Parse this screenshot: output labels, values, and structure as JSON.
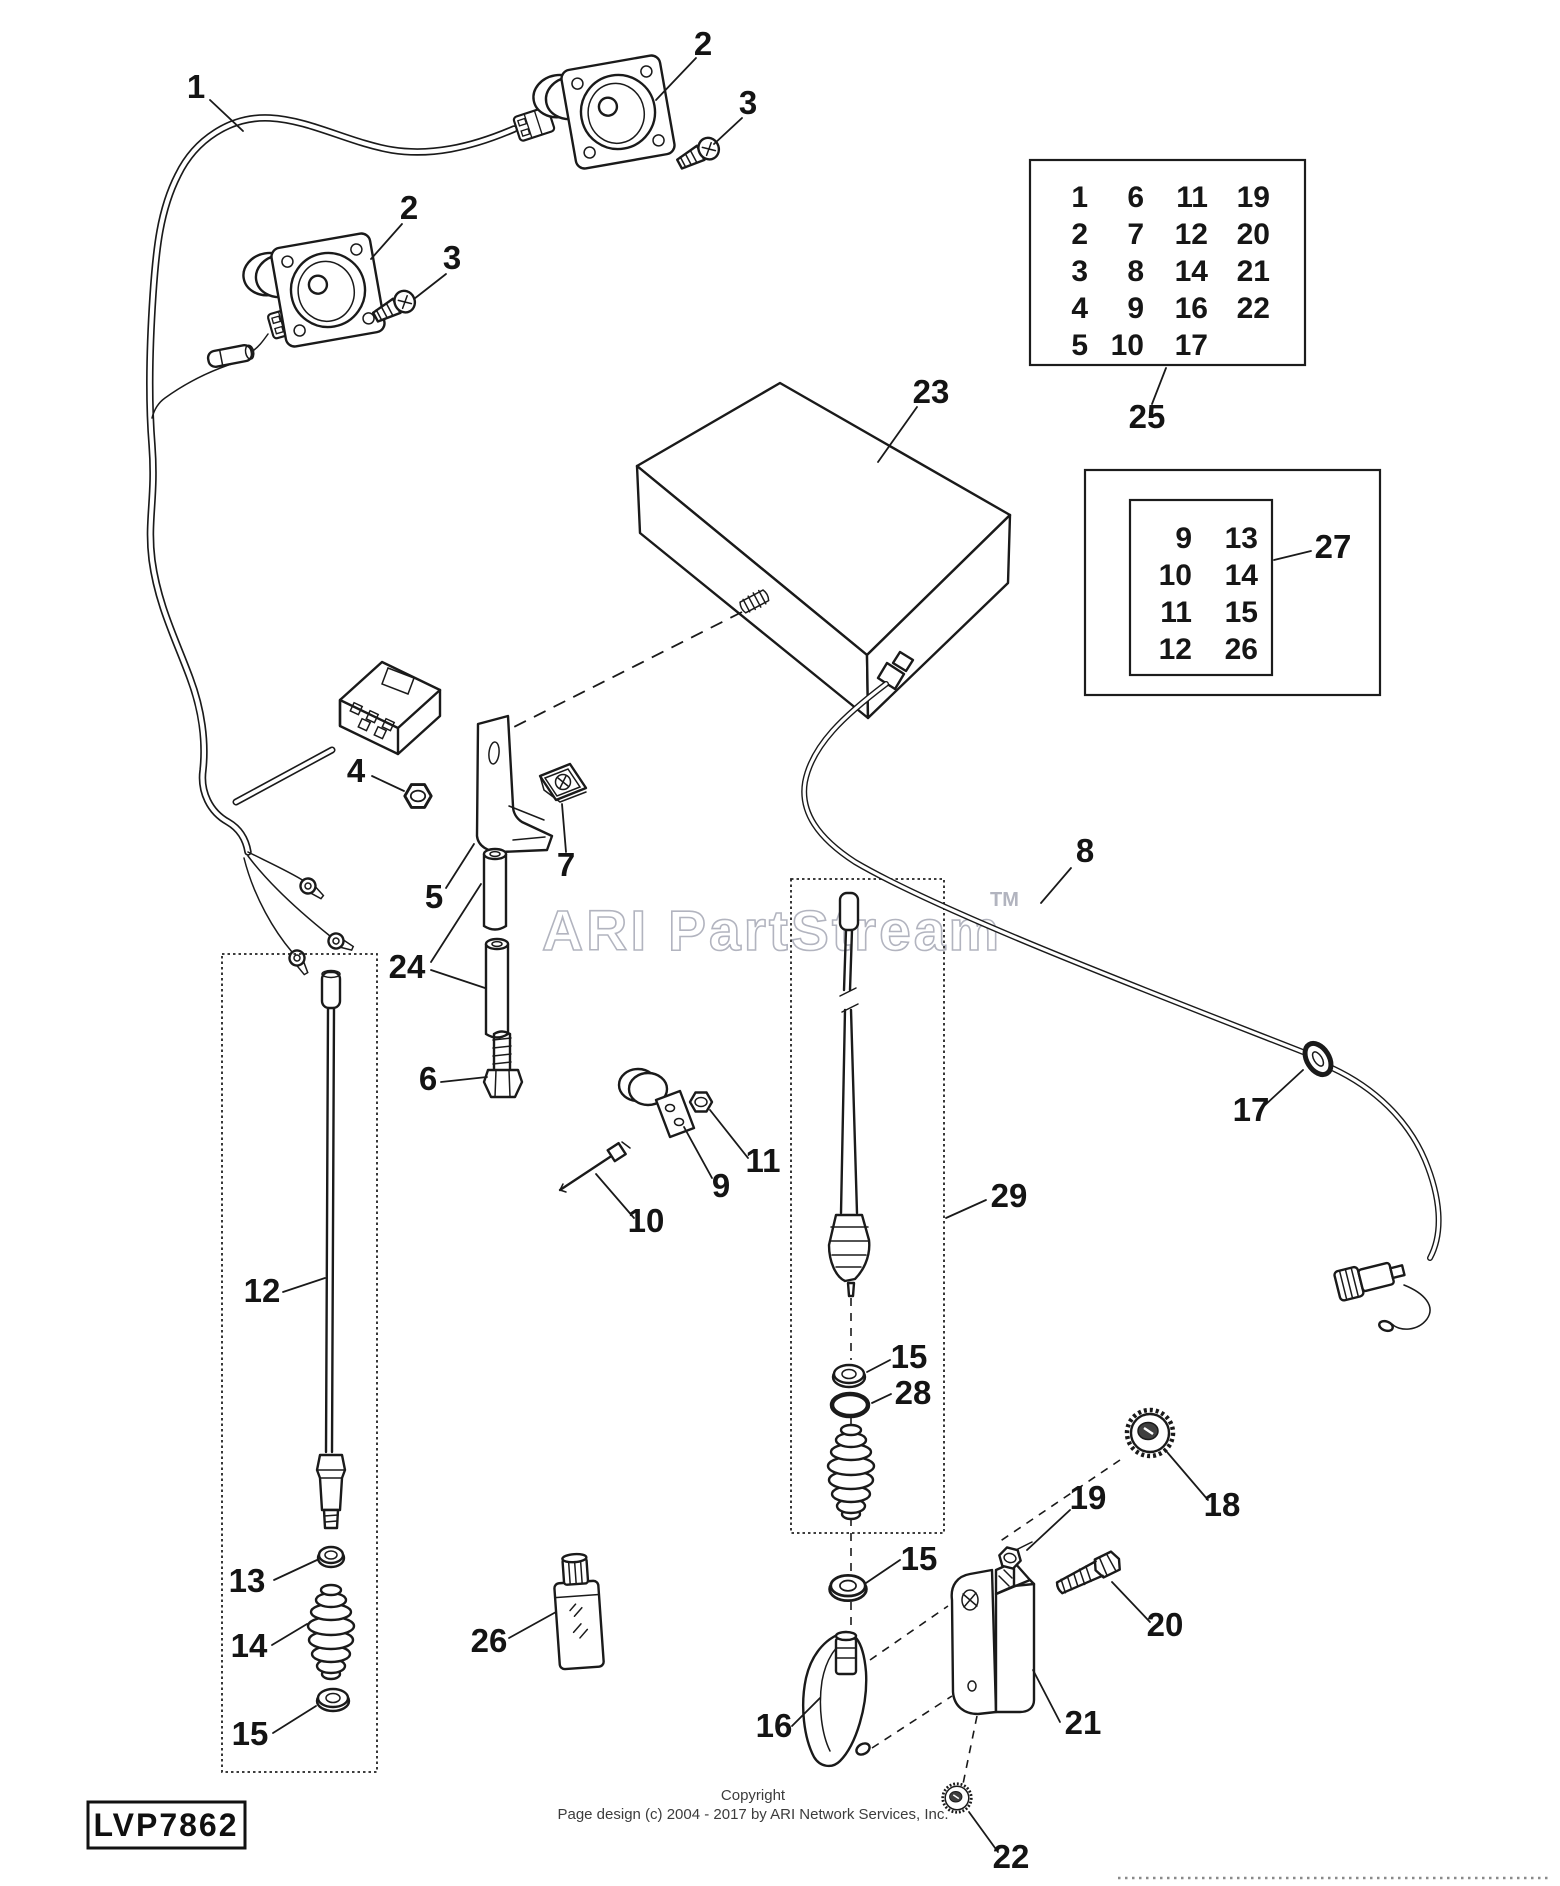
{
  "diagram": {
    "watermark": "ARI PartStream",
    "watermark_tm": "TM",
    "part_code": "LVP7862",
    "footer": {
      "line1": "Copyright",
      "line2": "Page design (c) 2004 - 2017 by ARI Network Services, Inc."
    },
    "colors": {
      "ink": "#1a1a1a",
      "watermark": "#b2b4bf"
    }
  },
  "callouts": {
    "c1": "1",
    "c2a": "2",
    "c2b": "2",
    "c3a": "3",
    "c3b": "3",
    "c4": "4",
    "c5": "5",
    "c6": "6",
    "c7": "7",
    "c8": "8",
    "c9": "9",
    "c10": "10",
    "c11": "11",
    "c12": "12",
    "c13": "13",
    "c14": "14",
    "c15a": "15",
    "c15b": "15",
    "c15c": "15",
    "c16": "16",
    "c17": "17",
    "c18": "18",
    "c19": "19",
    "c20": "20",
    "c21": "21",
    "c22": "22",
    "c23": "23",
    "c24": "24",
    "c26": "26",
    "c28": "28",
    "c29": "29"
  },
  "table25": {
    "callout": "25",
    "rows": [
      [
        "1",
        "6",
        "11",
        "19"
      ],
      [
        "2",
        "7",
        "12",
        "20"
      ],
      [
        "3",
        "8",
        "14",
        "21"
      ],
      [
        "4",
        "9",
        "16",
        "22"
      ],
      [
        "5",
        "10",
        "17"
      ]
    ]
  },
  "table27": {
    "callout": "27",
    "rows": [
      [
        "9",
        "13"
      ],
      [
        "10",
        "14"
      ],
      [
        "11",
        "15"
      ],
      [
        "12",
        "26"
      ]
    ]
  }
}
